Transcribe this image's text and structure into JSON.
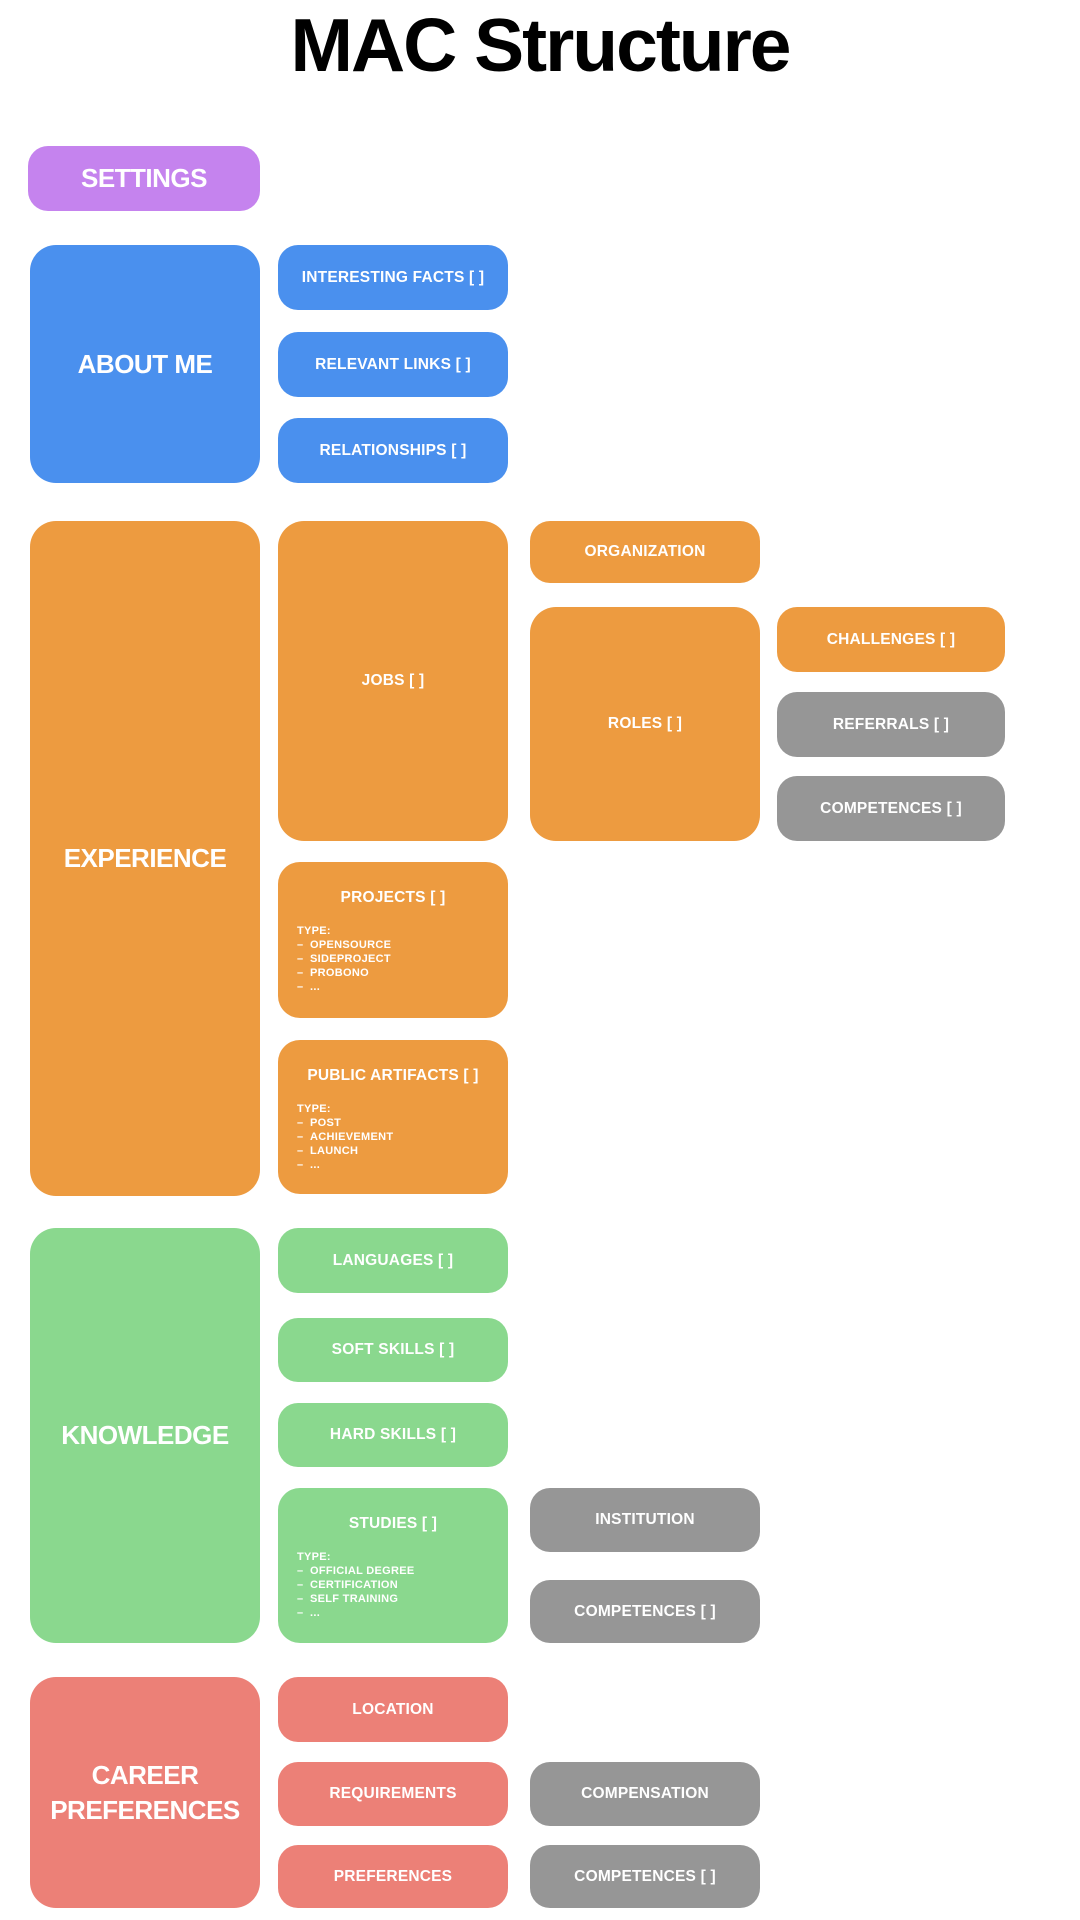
{
  "title": "MAC Structure",
  "colors": {
    "purple": "#c583ee",
    "blue": "#4a90ee",
    "orange": "#ed9b40",
    "green": "#8ad88e",
    "red": "#ec8077",
    "gray": "#969696",
    "node_text": "#ffffff",
    "title_text": "#000000",
    "background": "#ffffff"
  },
  "settings": {
    "label": "SETTINGS"
  },
  "about_me": {
    "label": "ABOUT ME",
    "children": [
      {
        "label": "INTERESTING FACTS [ ]"
      },
      {
        "label": "RELEVANT LINKS [ ]"
      },
      {
        "label": "RELATIONSHIPS [ ]"
      }
    ]
  },
  "experience": {
    "label": "EXPERIENCE",
    "jobs": {
      "label": "JOBS [ ]"
    },
    "projects": {
      "title": "PROJECTS [ ]",
      "type_label": "TYPE:",
      "bullet": "–",
      "types": [
        "OPENSOURCE",
        "SIDEPROJECT",
        "PROBONO",
        "..."
      ]
    },
    "public_artifacts": {
      "title": "PUBLIC ARTIFACTS [ ]",
      "type_label": "TYPE:",
      "bullet": "–",
      "types": [
        "POST",
        "ACHIEVEMENT",
        "LAUNCH",
        "..."
      ]
    },
    "organization": {
      "label": "ORGANIZATION"
    },
    "roles": {
      "label": "ROLES [ ]"
    },
    "challenges": {
      "label": "CHALLENGES [ ]"
    },
    "referrals": {
      "label": "REFERRALS [ ]"
    },
    "competences": {
      "label": "COMPETENCES [ ]"
    }
  },
  "knowledge": {
    "label": "KNOWLEDGE",
    "children": [
      {
        "label": "LANGUAGES [ ]"
      },
      {
        "label": "SOFT SKILLS [ ]"
      },
      {
        "label": "HARD SKILLS [ ]"
      }
    ],
    "studies": {
      "title": "STUDIES [ ]",
      "type_label": "TYPE:",
      "bullet": "–",
      "types": [
        "OFFICIAL DEGREE",
        "CERTIFICATION",
        "SELF TRAINING",
        "..."
      ]
    },
    "institution": {
      "label": "INSTITUTION"
    },
    "competences": {
      "label": "COMPETENCES [ ]"
    }
  },
  "career_preferences": {
    "label": "CAREER PREFERENCES",
    "location": {
      "label": "LOCATION"
    },
    "requirements": {
      "label": "REQUIREMENTS"
    },
    "preferences": {
      "label": "PREFERENCES"
    },
    "compensation": {
      "label": "COMPENSATION"
    },
    "competences": {
      "label": "COMPETENCES [ ]"
    }
  }
}
